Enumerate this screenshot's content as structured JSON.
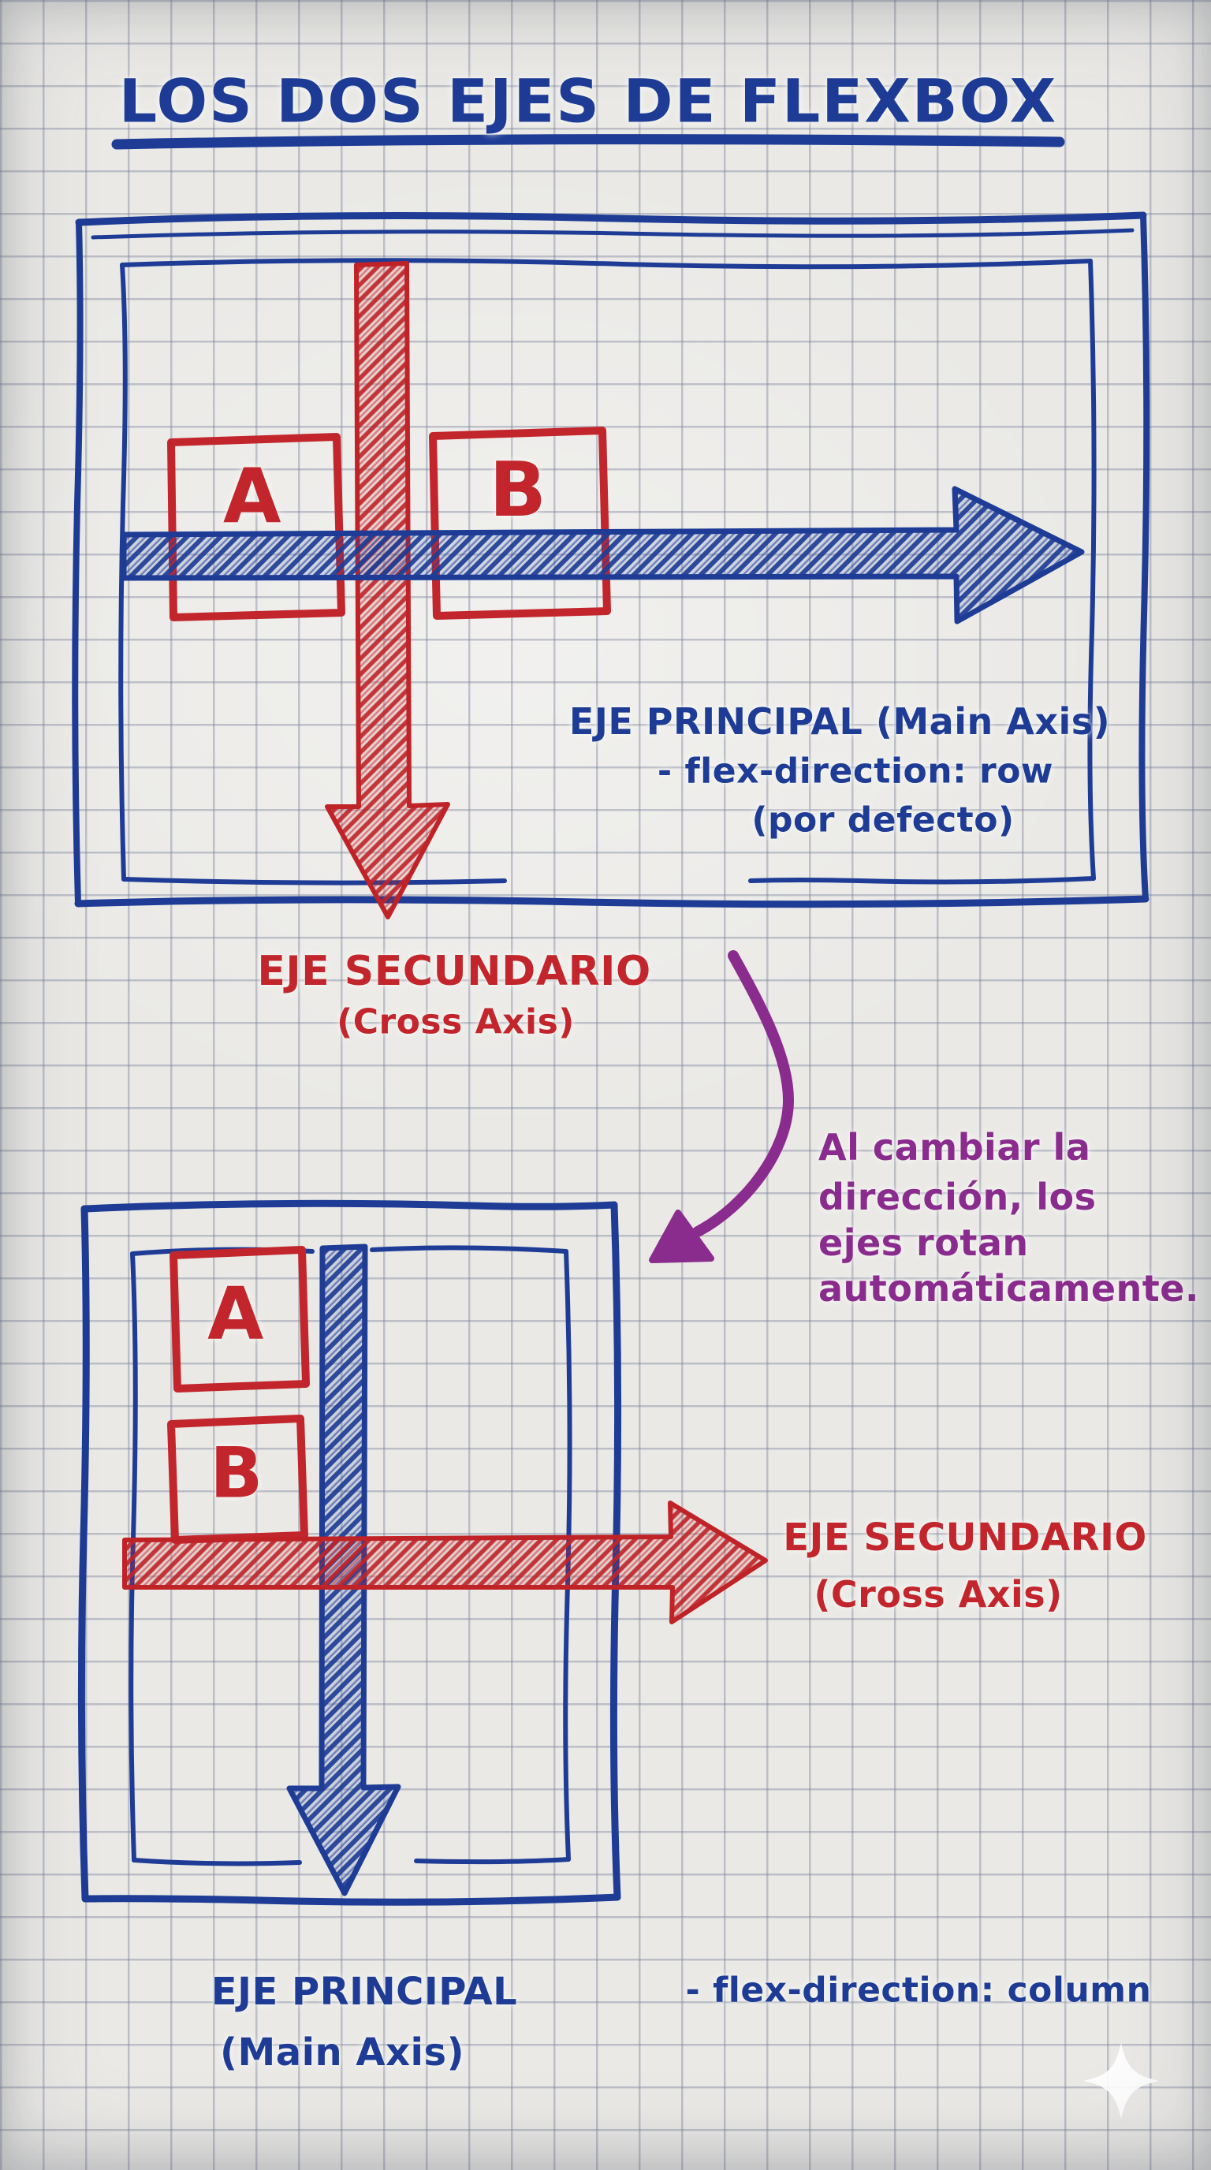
{
  "title": "LOS DOS EJES DE FLEXBOX",
  "colors": {
    "ink_blue": "#1e3c96",
    "ink_red": "#c2262c",
    "ink_purple": "#8a2b8e",
    "paper": "#eae9e6",
    "grid_line": "#767e98"
  },
  "row_diagram": {
    "item_a": "A",
    "item_b": "B",
    "main_axis_label": "EJE PRINCIPAL (Main Axis)",
    "main_axis_property": "- flex-direction: row",
    "main_axis_default": "(por defecto)",
    "cross_axis_label": "EJE SECUNDARIO",
    "cross_axis_sub": "(Cross Axis)"
  },
  "rotation_note": {
    "lines": [
      "Al cambiar la",
      "dirección, los",
      "ejes rotan",
      "automáticamente."
    ]
  },
  "column_diagram": {
    "item_a": "A",
    "item_b": "B",
    "cross_axis_label": "EJE SECUNDARIO",
    "cross_axis_sub": "(Cross Axis)",
    "main_axis_label": "EJE PRINCIPAL",
    "main_axis_sub": "(Main Axis)",
    "property_label": "- flex-direction: column"
  }
}
